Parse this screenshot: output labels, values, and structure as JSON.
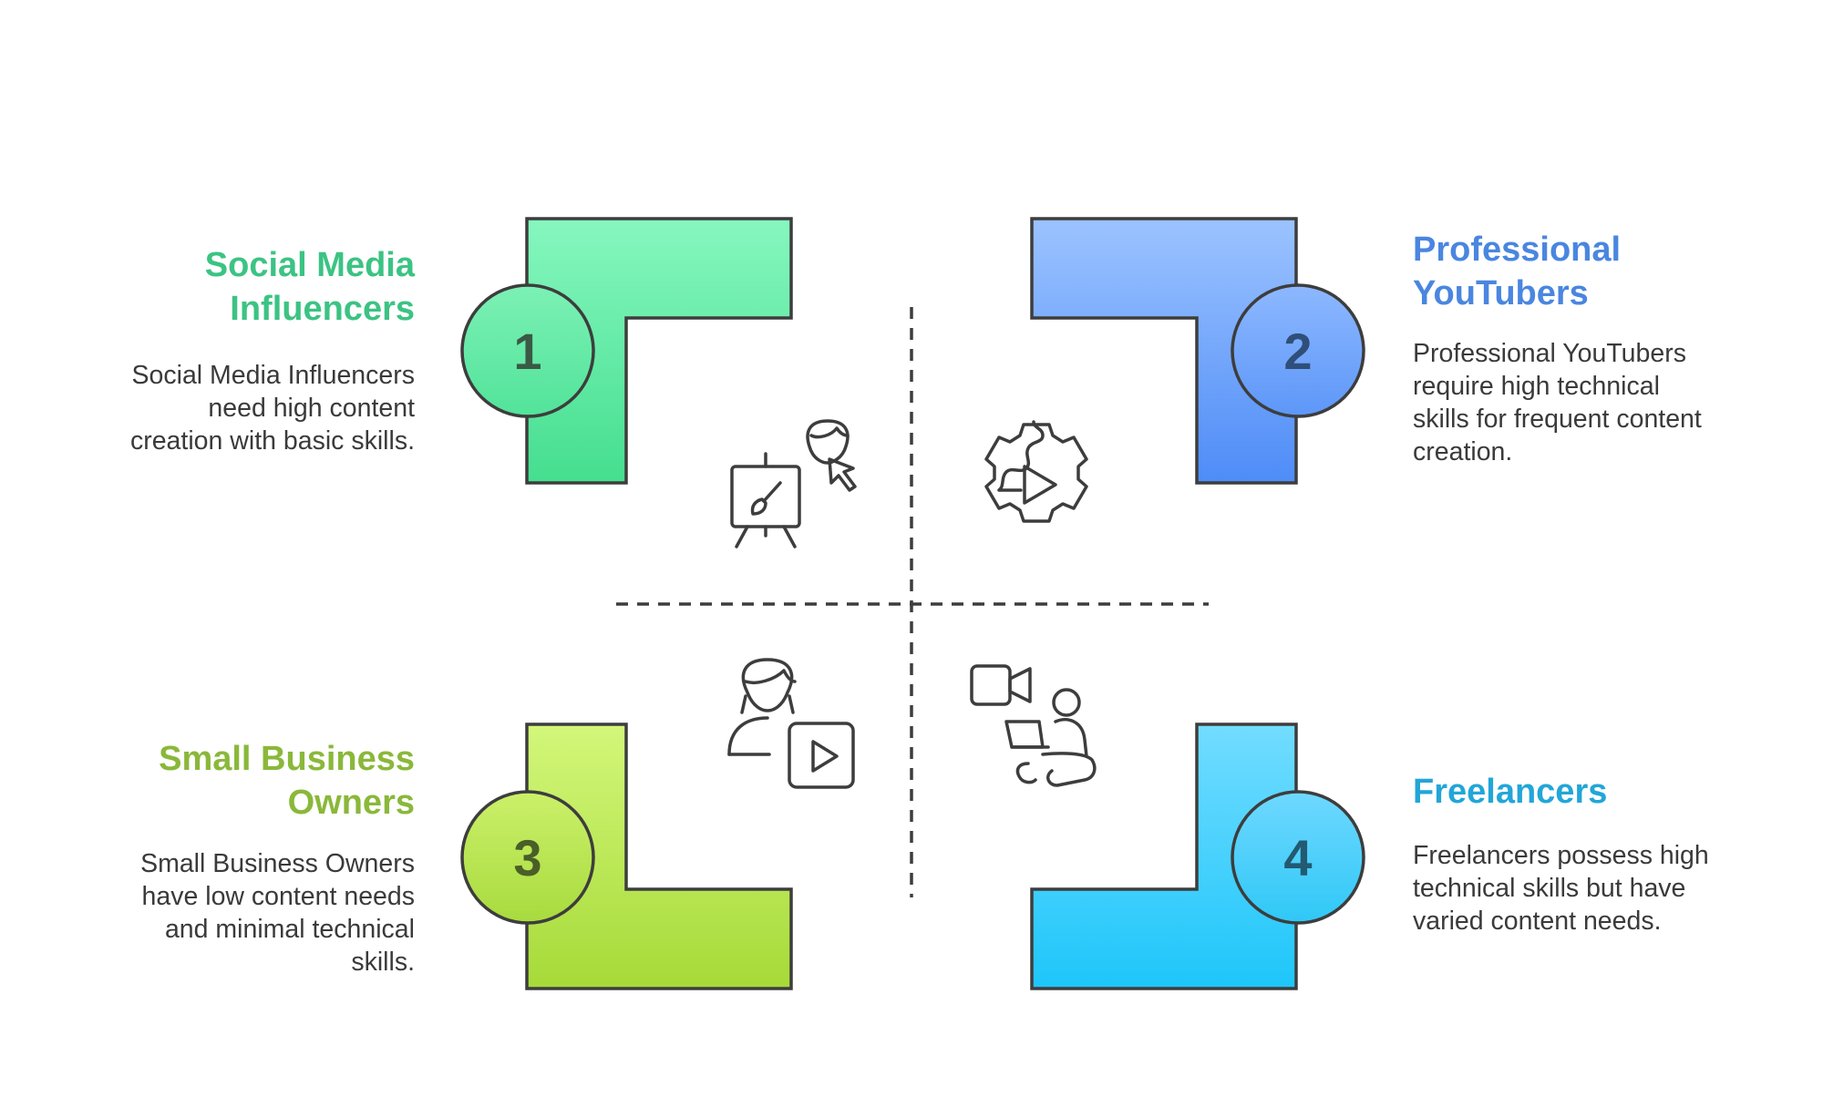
{
  "colors": {
    "outline": "#3d3d3d",
    "q1_title": "#3cc383",
    "q2_title": "#4a86e0",
    "q3_title": "#8ab83a",
    "q4_title": "#22a6d8",
    "number_text": "#3d5a3f"
  },
  "quadrants": [
    {
      "number": "1",
      "title_lines": [
        "Social Media",
        "Influencers"
      ],
      "desc_lines": [
        "Social Media Influencers",
        "need high content",
        "creation with basic skills."
      ],
      "icon": "easel-artist-icon"
    },
    {
      "number": "2",
      "title_lines": [
        "Professional",
        "YouTubers"
      ],
      "desc_lines": [
        "Professional YouTubers",
        "require high technical",
        "skills for frequent content",
        "creation."
      ],
      "icon": "gear-play-icon"
    },
    {
      "number": "3",
      "title_lines": [
        "Small Business",
        "Owners"
      ],
      "desc_lines": [
        "Small Business Owners",
        "have low content needs",
        "and minimal technical",
        "skills."
      ],
      "icon": "person-video-icon"
    },
    {
      "number": "4",
      "title_lines": [
        "Freelancers"
      ],
      "desc_lines": [
        "Freelancers possess high",
        "technical skills but have",
        "varied content needs."
      ],
      "icon": "camera-laptop-person-icon"
    }
  ]
}
